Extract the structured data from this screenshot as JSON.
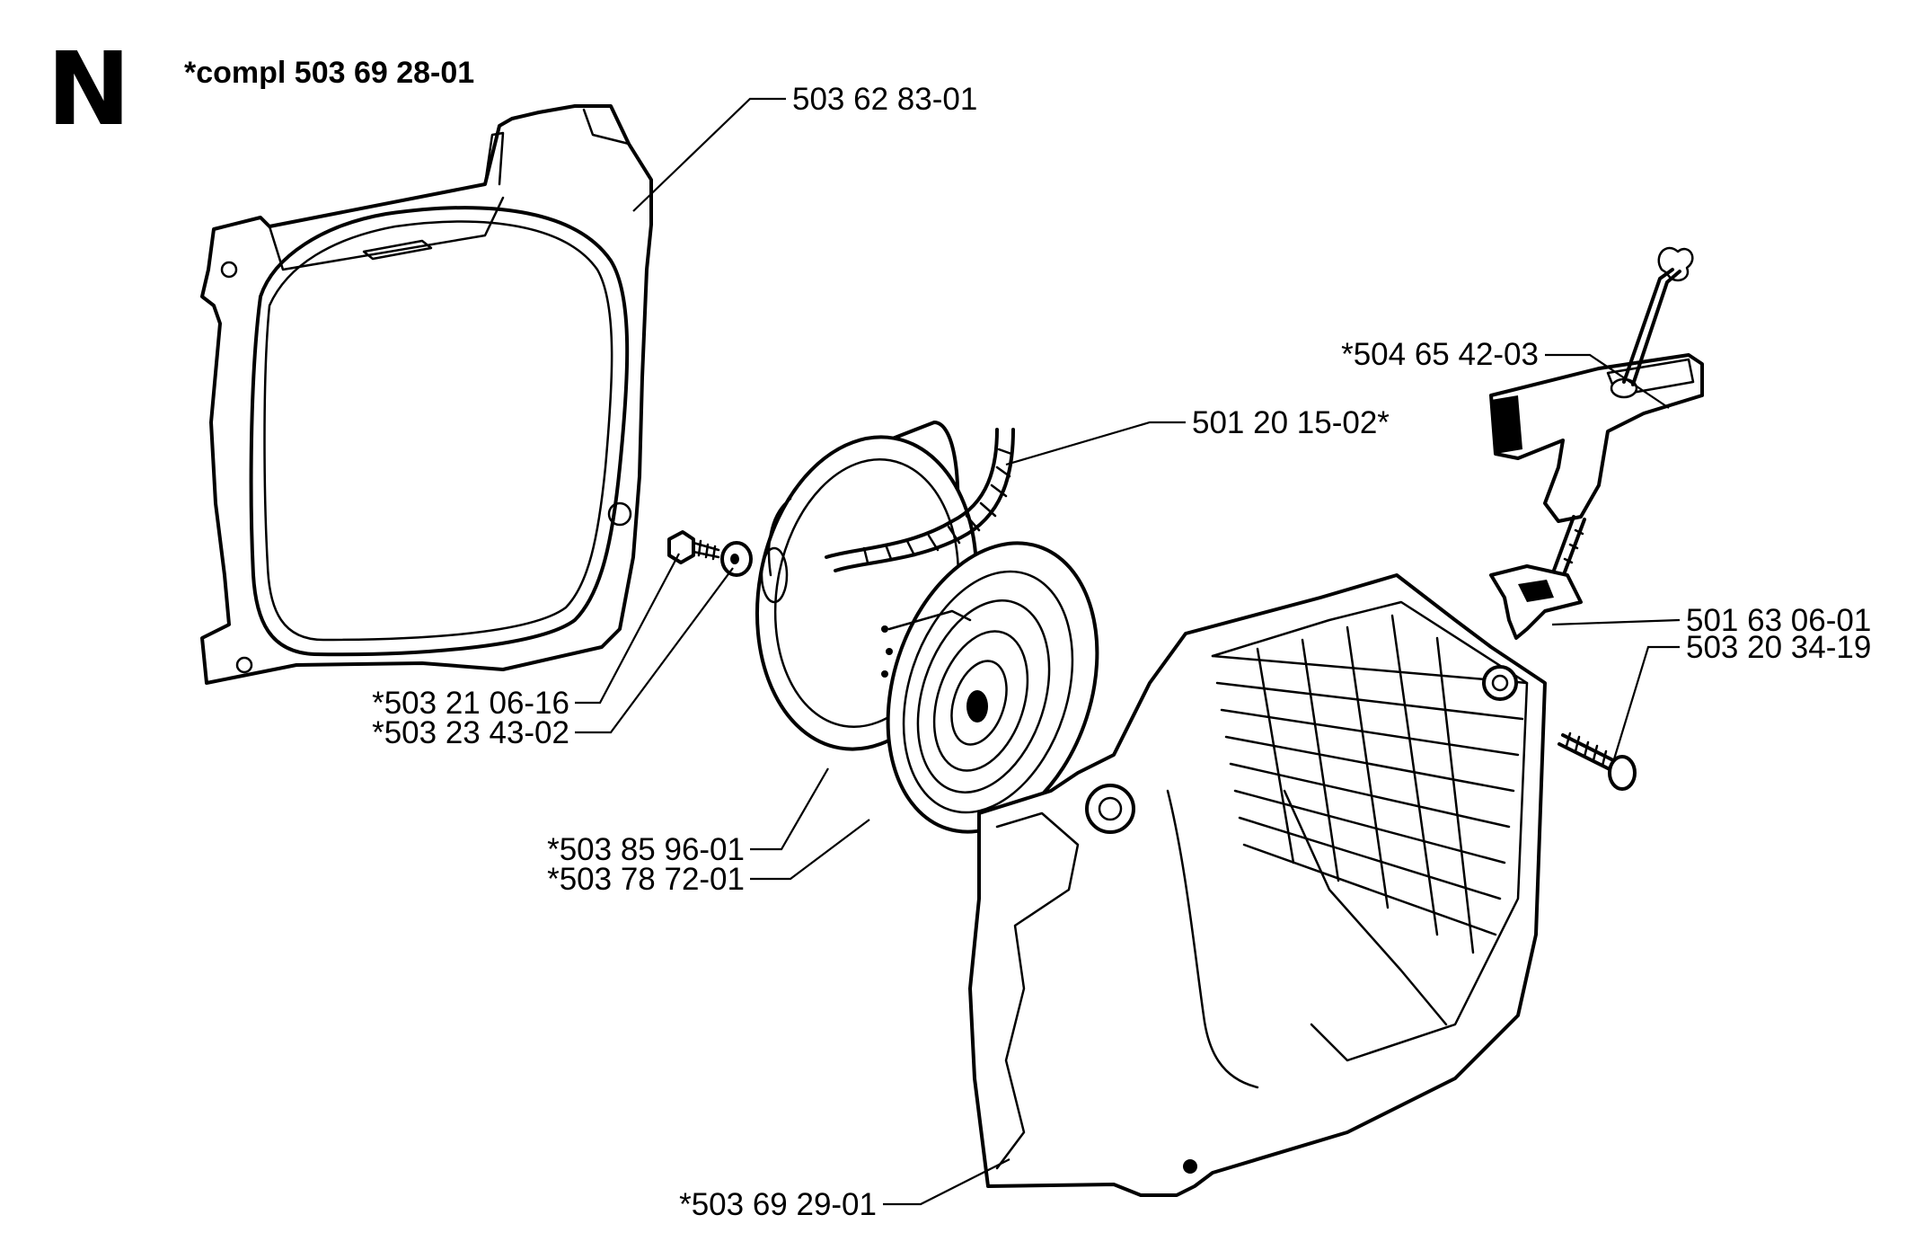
{
  "section": {
    "letter": "N",
    "assembly": "*compl 503 69 28-01"
  },
  "parts": [
    {
      "id": "fan-housing",
      "label": "503 62 83-01"
    },
    {
      "id": "starter-handle",
      "label": "*504 65 42-03"
    },
    {
      "id": "starter-cord",
      "label": "501 20 15-02*"
    },
    {
      "id": "cord-guide",
      "label": "501 63 06-01"
    },
    {
      "id": "cover-screw",
      "label": "503 20 34-19"
    },
    {
      "id": "center-screw",
      "label": "*503 21 06-16"
    },
    {
      "id": "washer",
      "label": "*503 23 43-02"
    },
    {
      "id": "rope-pulley",
      "label": "*503 85 96-01"
    },
    {
      "id": "recoil-spring",
      "label": "*503 78 72-01"
    },
    {
      "id": "starter-cover",
      "label": "*503 69 29-01"
    }
  ]
}
